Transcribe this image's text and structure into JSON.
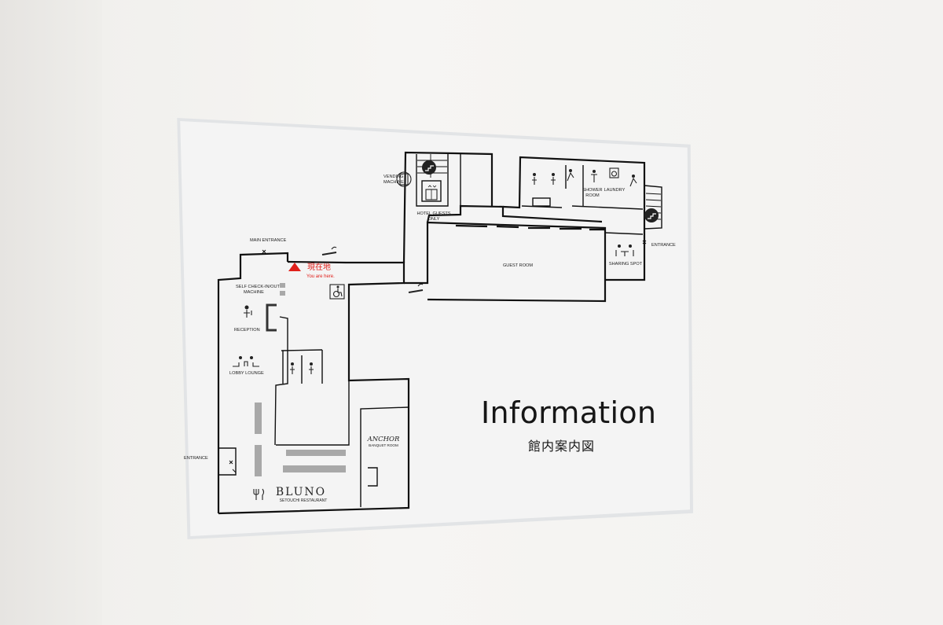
{
  "sign": {
    "title": "Information",
    "subtitle": "館内案内図"
  },
  "you_are_here": {
    "label_jp": "現在地",
    "label_en": "You are here.",
    "color": "#e0201b"
  },
  "labels": {
    "vending_machine_1": "VENDING",
    "vending_machine_2": "MACHINE",
    "hotel_guests_1": "HOTEL GUESTS",
    "hotel_guests_2": "ONLY",
    "main_entrance": "MAIN ENTRANCE",
    "self_checkin_1": "SELF CHECK-IN/OUT",
    "self_checkin_2": "MACHINE",
    "reception": "RECEPTION",
    "lobby_lounge": "LOBBY LOUNGE",
    "entrance_west": "ENTRANCE",
    "entrance_east": "ENTRANCE",
    "guest_room": "GUEST ROOM",
    "shower_room_1": "SHOWER",
    "shower_room_2": "ROOM",
    "laundry": "LAUNDRY",
    "sharing_spot": "SHARING SPOT",
    "anchor": "ANCHOR",
    "banquet_room": "BANQUET ROOM",
    "bluno": "BLUNO",
    "setouchi_restaurant": "SETOUCHI RESTAURANT"
  },
  "icons": {
    "stairs": "stairs-icon",
    "elevator": "elevator-icon",
    "restroom": "restroom-icon",
    "wheelchair": "wheelchair-icon",
    "smoking": "smoking-icon",
    "restaurant": "fork-knife-icon",
    "shower": "shower-icon",
    "laundry": "washing-machine-icon"
  }
}
